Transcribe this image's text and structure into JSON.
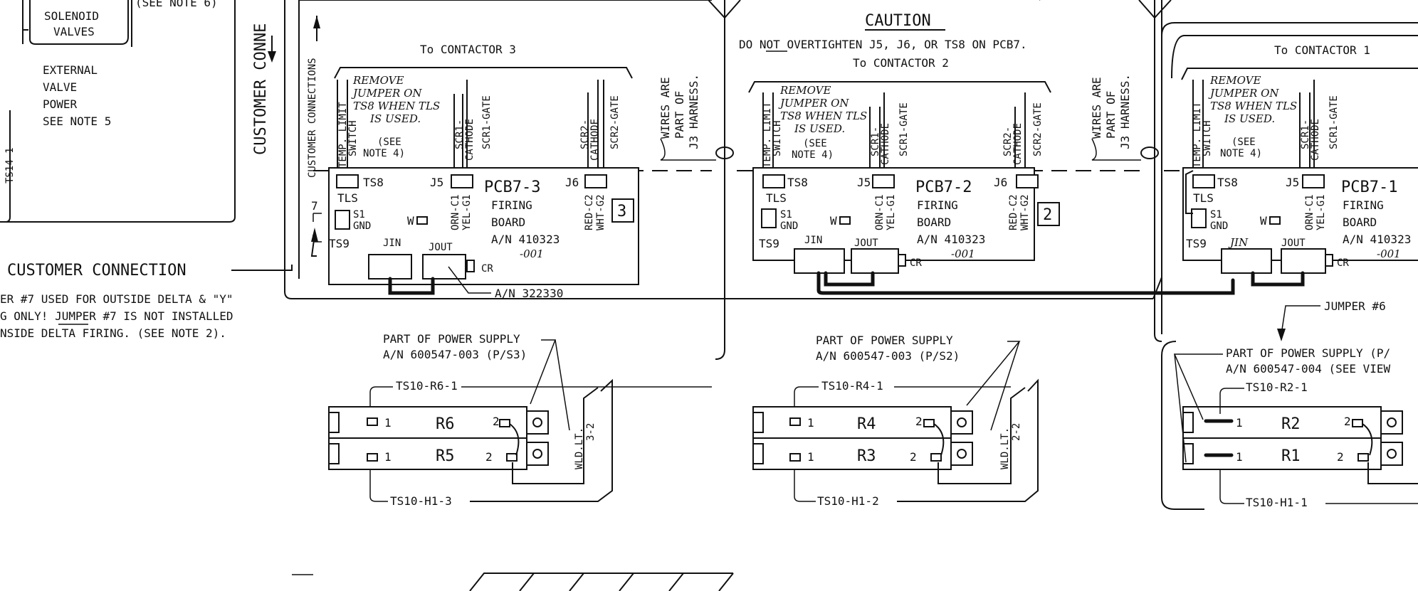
{
  "left": {
    "solenoid": "SOLENOID",
    "valves": "VALVES",
    "see_note6": "(SEE NOTE 6)",
    "ext_lines": [
      "EXTERNAL",
      "VALVE",
      "POWER",
      "SEE NOTE 5"
    ],
    "ts14": "TS14-1",
    "cust_conn_side": "CUSTOMER CONNE",
    "cust_connection": "CUSTOMER CONNECTION",
    "note_lines": [
      "ER #7 USED FOR OUTSIDE DELTA & \"Y\"",
      "G ONLY! JUMPER #7 IS NOT INSTALLED",
      "NSIDE DELTA FIRING. (SEE NOTE 2)."
    ]
  },
  "caution": {
    "title": "CAUTION",
    "line_pre": "DO ",
    "line_not": "NOT",
    "line_post": " OVERTIGHTEN J5, J6, OR TS8 ON PCB7."
  },
  "labels": {
    "customer_connections": "CUSTOMER CONNECTIONS",
    "wires_harness": [
      "WIRES ARE",
      "PART OF",
      "J3 HARNESS."
    ],
    "temp_limit": [
      "TEMP. LIMIT",
      "SWITCH"
    ],
    "scr1_cathode": [
      "SCR1-",
      "CATHODE"
    ],
    "scr1_gate": "SCR1-GATE",
    "scr2_cathode": [
      "SCR2-",
      "CATHODE"
    ],
    "scr2_gate": "SCR2-GATE",
    "remove_jumper": [
      "REMOVE",
      "JUMPER ON",
      "TS8 WHEN TLS",
      "IS USED."
    ],
    "see_note4": [
      "(SEE",
      "NOTE 4)"
    ],
    "ts8": "TS8",
    "ts9": "TS9",
    "tls": "TLS",
    "s1": "S1",
    "gnd": "GND",
    "w": "W",
    "j5": "J5",
    "j6": "J6",
    "jin": "JIN",
    "jout": "JOUT",
    "cr": "CR",
    "orn_c1": "ORN-C1",
    "yel_g1": "YEL-G1",
    "red_c2": "RED-C2",
    "wht_g2": "WHT-G2",
    "firing": "FIRING",
    "board": "BOARD",
    "an_board": "A/N 410323",
    "dash_001": "-001",
    "seven": "7",
    "an_jumper": "A/N 322330",
    "jumper6": "JUMPER #6",
    "part_ps": "PART OF POWER SUPPLY",
    "one": "1",
    "two": "2"
  },
  "boards": [
    {
      "pcb": "PCB7-3",
      "num": "3",
      "contactor": "To CONTACTOR 3",
      "ps_an": "A/N 600547-003 (P/S3)",
      "r_top": "R6",
      "r_bot": "R5",
      "ts_top": "TS10-R6-1",
      "ts_bot": "TS10-H1-3",
      "wld": [
        "WLD.LT.",
        "3-2"
      ]
    },
    {
      "pcb": "PCB7-2",
      "num": "2",
      "contactor": "To CONTACTOR 2",
      "ps_an": "A/N 600547-003 (P/S2)",
      "r_top": "R4",
      "r_bot": "R3",
      "ts_top": "TS10-R4-1",
      "ts_bot": "TS10-H1-2",
      "wld": [
        "WLD.LT.",
        "2-2"
      ]
    },
    {
      "pcb": "PCB7-1",
      "num": "",
      "contactor": "To CONTACTOR 1",
      "ps_an": "A/N 600547-004 (SEE VIEW",
      "ps_head": "PART OF POWER SUPPLY (P/",
      "r_top": "R2",
      "r_bot": "R1",
      "ts_top": "TS10-R2-1",
      "ts_bot": "TS10-H1-1",
      "wld": [
        "",
        ""
      ]
    }
  ]
}
